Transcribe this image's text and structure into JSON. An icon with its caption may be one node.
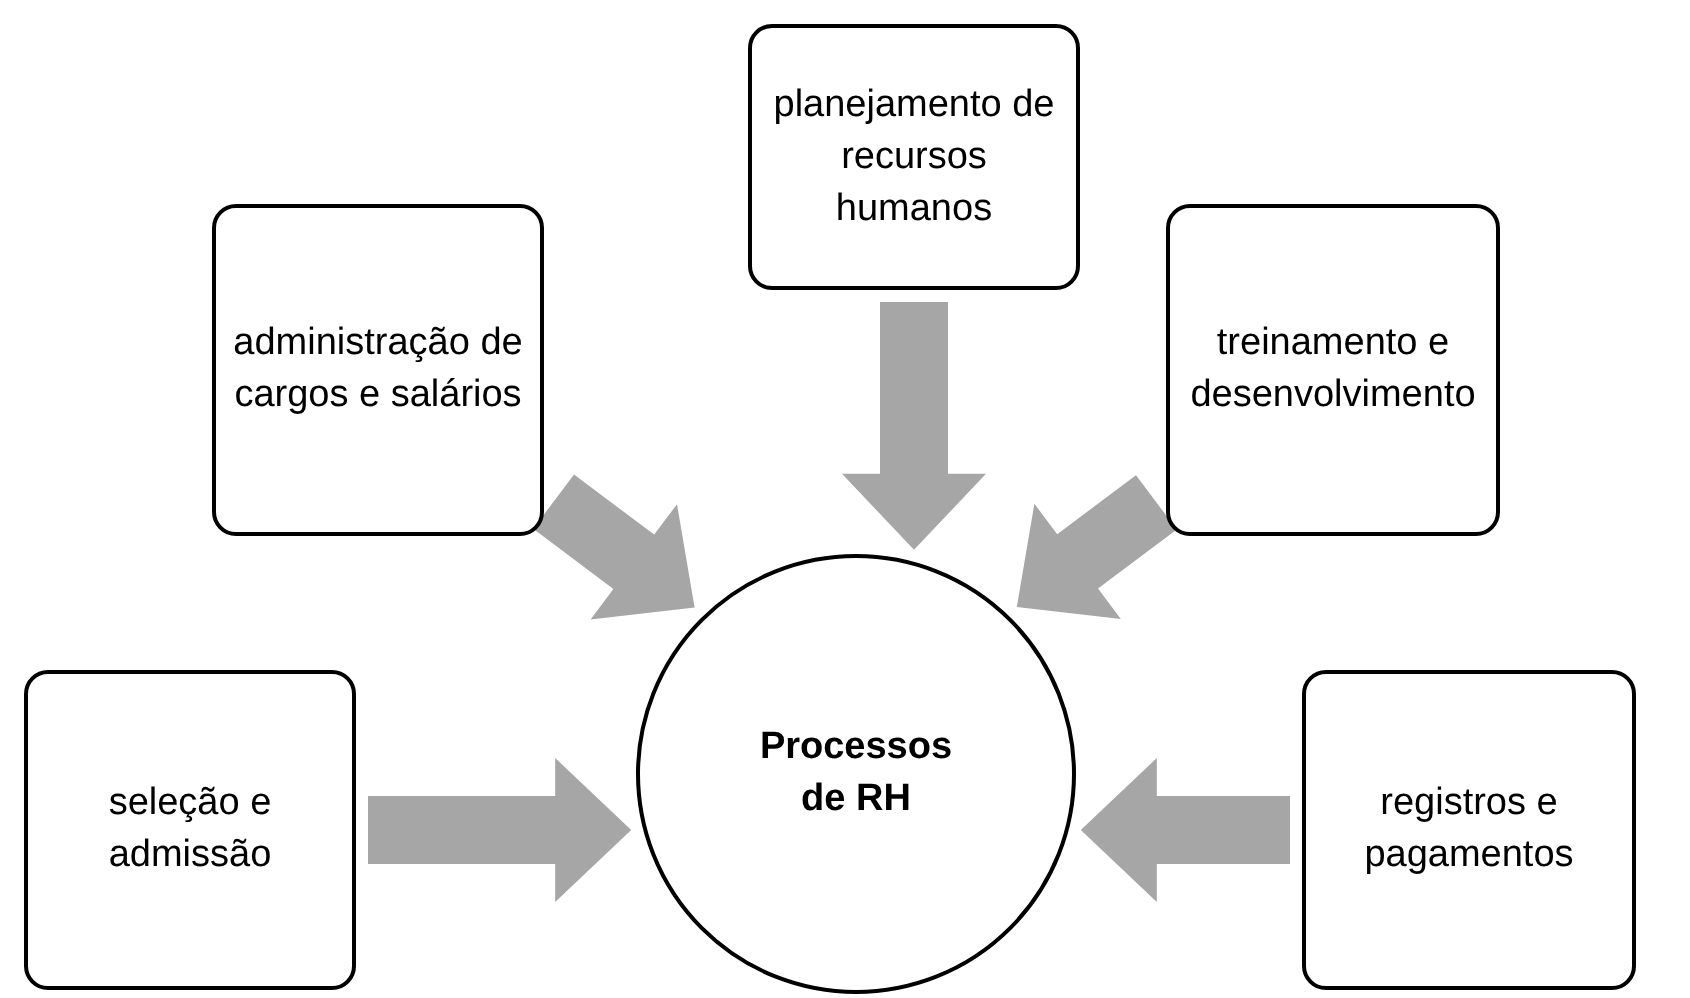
{
  "diagram": {
    "nodes": [
      {
        "text": [
          "planejamento de recursos humanos"
        ]
      },
      {
        "text": [
          "administração de cargos e salários"
        ]
      },
      {
        "text": [
          "treinamento e desenvolvimento"
        ]
      },
      {
        "text": [
          "seleção e admissão"
        ]
      },
      {
        "text": [
          "Processos de RH"
        ]
      },
      {
        "text": [
          "registros e pagamentos"
        ]
      }
    ],
    "edges": [
      {
        "from": 0,
        "to": 4,
        "arrow": "to",
        "style": "thick",
        "color": "#a6a6a6"
      },
      {
        "from": 1,
        "to": 4,
        "arrow": "to",
        "style": "thick",
        "color": "#a6a6a6"
      },
      {
        "from": 2,
        "to": 4,
        "arrow": "to",
        "style": "thick",
        "color": "#a6a6a6"
      },
      {
        "from": 3,
        "to": 4,
        "arrow": "to",
        "style": "thick",
        "color": "#a6a6a6"
      },
      {
        "from": 5,
        "to": 4,
        "arrow": "to",
        "style": "thick",
        "color": "#a6a6a6"
      }
    ]
  }
}
